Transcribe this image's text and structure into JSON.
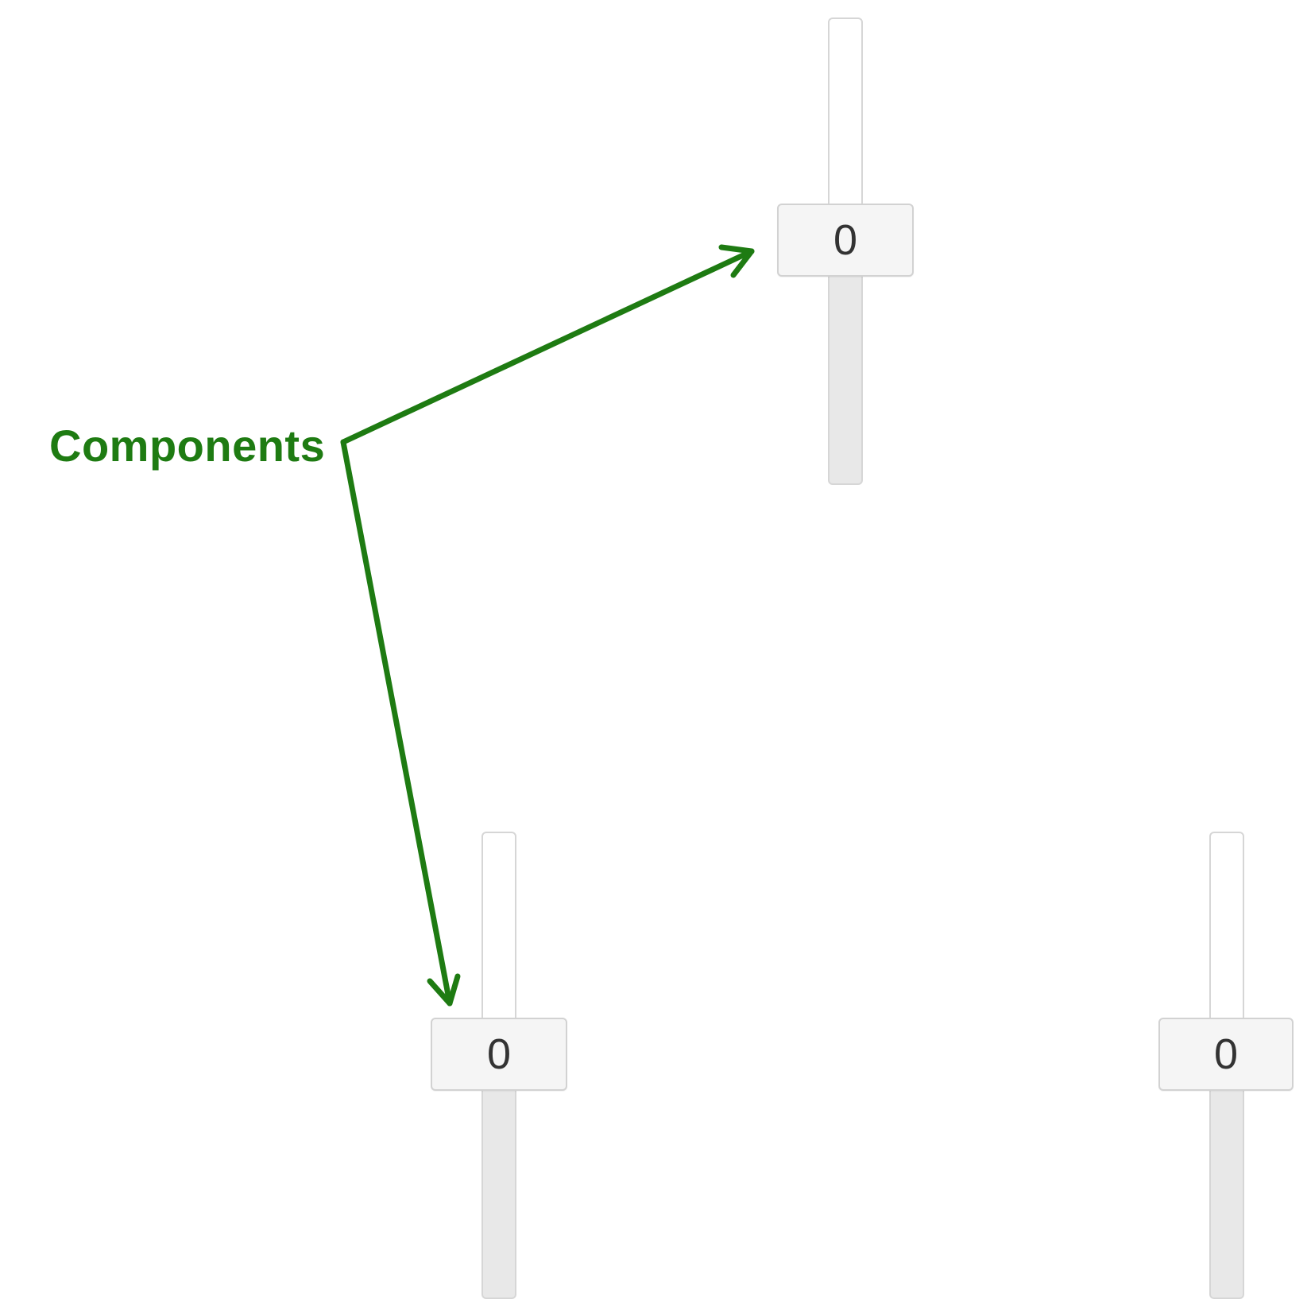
{
  "annotation": {
    "label": "Components",
    "color": "#1e7b12"
  },
  "sliders": [
    {
      "value": "0",
      "level": 0.45
    },
    {
      "value": "0",
      "level": 0.45
    },
    {
      "value": "0",
      "level": 0.45
    }
  ]
}
